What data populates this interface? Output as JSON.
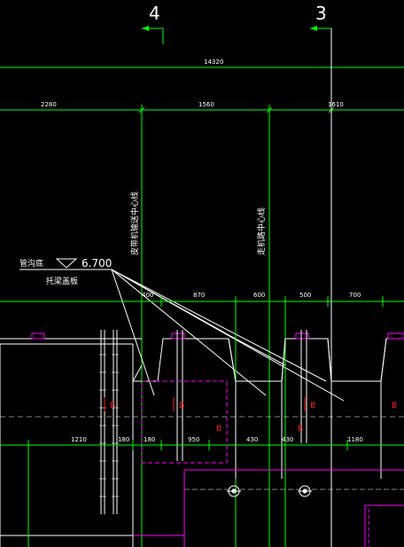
{
  "grid_axes": {
    "left": "4",
    "right": "3"
  },
  "dims_top": {
    "total": "14320",
    "span_a": "2280",
    "span_b": "1560",
    "span_c": "1610"
  },
  "dims_mid": {
    "a": "400",
    "b": "870",
    "c": "600",
    "d": "500",
    "e": "700"
  },
  "dims_low": {
    "a": "1210",
    "b": "180",
    "c": "180",
    "d": "950",
    "e": "430",
    "f": "430",
    "g": "1180"
  },
  "elevation": {
    "label": "管沟底",
    "value": "6.700",
    "note": "托梁盖板"
  },
  "vertical_notes": {
    "a": "皮带机输送中心线",
    "b": "走机路中心线"
  },
  "section_marks": {
    "a": "B",
    "b": "B",
    "c": "B",
    "d": "B",
    "e": "B",
    "f": "B"
  },
  "colors": {
    "background": "#000000",
    "dimension": "#00ff00",
    "text": "#ffffff",
    "magenta": "#ff00ff",
    "red": "#ff2020"
  }
}
